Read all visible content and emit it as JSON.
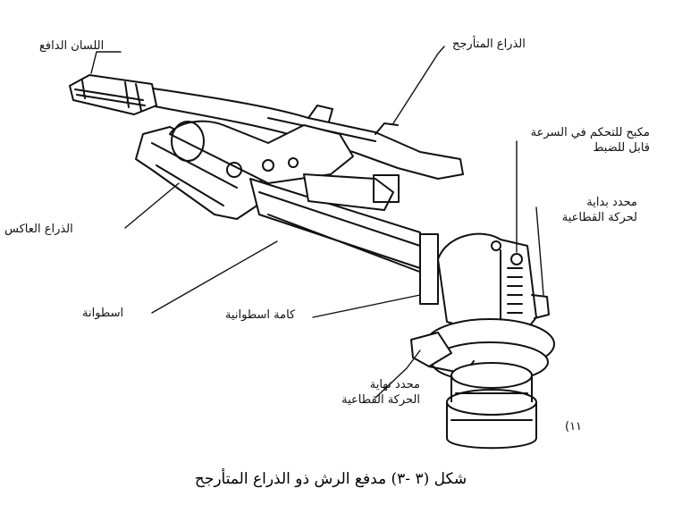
{
  "labels": {
    "flap_tongue": "اللسان الدافع",
    "swinging_arm": "الذراع المتأرجح",
    "speed_brake_line1": "مكبح للتحكم في السرعة",
    "speed_brake_line2": "قابل للضبط",
    "start_limiter_line1": "محدد بداية",
    "start_limiter_line2": "لحركة القطاعية",
    "reverse_arm": "الذراع العاكس",
    "cylinder": "اسطوانة",
    "cylinder_piston": "كامة اسطوانية",
    "end_limiter_line1": "محدد نهاية",
    "end_limiter_line2": "الحركة القطاعية"
  },
  "page_number": "(١١",
  "caption": "شكل (٣ -٣) مدفع الرش ذو الذراع المتأرجح"
}
